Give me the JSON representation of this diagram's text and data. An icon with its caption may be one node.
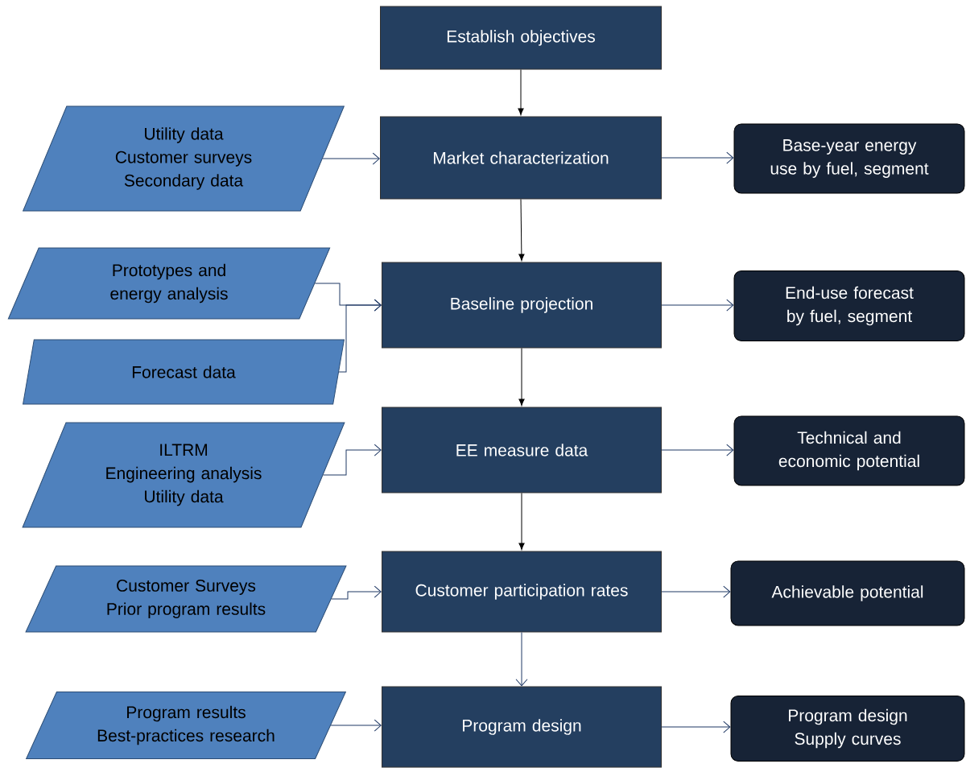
{
  "diagram": {
    "nodes": [
      {
        "text": [
          "Establish objectives"
        ]
      },
      {
        "text": [
          "Utility data",
          "Customer surveys",
          "Secondary data"
        ]
      },
      {
        "text": [
          "Market characterization"
        ]
      },
      {
        "text": [
          "Base-year energy use by fuel, segment"
        ]
      },
      {
        "text": [
          "Prototypes and energy analysis"
        ]
      },
      {
        "text": [
          "Forecast data"
        ]
      },
      {
        "text": [
          "Baseline projection"
        ]
      },
      {
        "text": [
          "End-use forecast by fuel, segment"
        ]
      },
      {
        "text": [
          "ILTRM",
          "Engineering analysis",
          "Utility data"
        ]
      },
      {
        "text": [
          "EE measure data"
        ]
      },
      {
        "text": [
          "Technical and economic potential"
        ]
      },
      {
        "text": [
          "Customer Surveys",
          "Prior program results"
        ]
      },
      {
        "text": [
          "Customer participation rates"
        ]
      },
      {
        "text": [
          "Achievable potential"
        ]
      },
      {
        "text": [
          "Program results",
          "Best-practices research"
        ]
      },
      {
        "text": [
          "Program design"
        ]
      },
      {
        "text": [
          "Program design",
          "Supply curves"
        ]
      }
    ],
    "edges": [
      {
        "from": 0,
        "to": 2,
        "arrow": "to",
        "color": "#000000"
      },
      {
        "from": 1,
        "to": 2,
        "arrow": "to"
      },
      {
        "from": 2,
        "to": 3,
        "arrow": "to"
      },
      {
        "from": 2,
        "to": 6,
        "arrow": "to",
        "color": "#000000"
      },
      {
        "from": 4,
        "to": 6,
        "arrow": "to"
      },
      {
        "from": 5,
        "to": 6,
        "arrow": "to"
      },
      {
        "from": 6,
        "to": 7,
        "arrow": "to"
      },
      {
        "from": 6,
        "to": 9,
        "arrow": "to",
        "color": "#000000"
      },
      {
        "from": 8,
        "to": 9,
        "arrow": "to"
      },
      {
        "from": 9,
        "to": 10,
        "arrow": "to"
      },
      {
        "from": 9,
        "to": 12,
        "arrow": "to",
        "color": "#000000"
      },
      {
        "from": 11,
        "to": 12,
        "arrow": "to"
      },
      {
        "from": 12,
        "to": 13,
        "arrow": "to"
      },
      {
        "from": 12,
        "to": 15,
        "arrow": "to"
      },
      {
        "from": 14,
        "to": 15,
        "arrow": "to"
      },
      {
        "from": 15,
        "to": 16,
        "arrow": "to"
      }
    ]
  }
}
